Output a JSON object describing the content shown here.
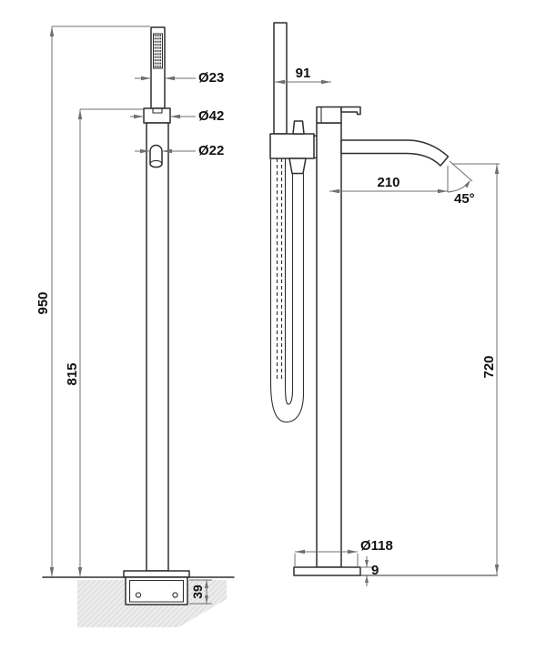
{
  "title": "Freestanding bath shower mixer - dimensional drawing",
  "colors": {
    "outline": "#2e2e2e",
    "dimension": "#6f6f6f",
    "text": "#111111",
    "floor_fill": "#ececec",
    "floor_hatch": "#dcdcdc",
    "background": "#ffffff"
  },
  "views": {
    "front": {
      "name": "front-elevation",
      "dimensions": {
        "handshower_diameter": "Ø23",
        "holder_diameter": "Ø42",
        "outlet_diameter": "Ø22",
        "total_height": "950",
        "column_height": "815",
        "underfloor_depth": "39"
      }
    },
    "side": {
      "name": "side-elevation",
      "dimensions": {
        "handshower_offset": "91",
        "spout_reach": "210",
        "spout_angle": "45°",
        "spout_height": "720",
        "base_diameter": "Ø118",
        "base_thickness": "9"
      }
    }
  }
}
